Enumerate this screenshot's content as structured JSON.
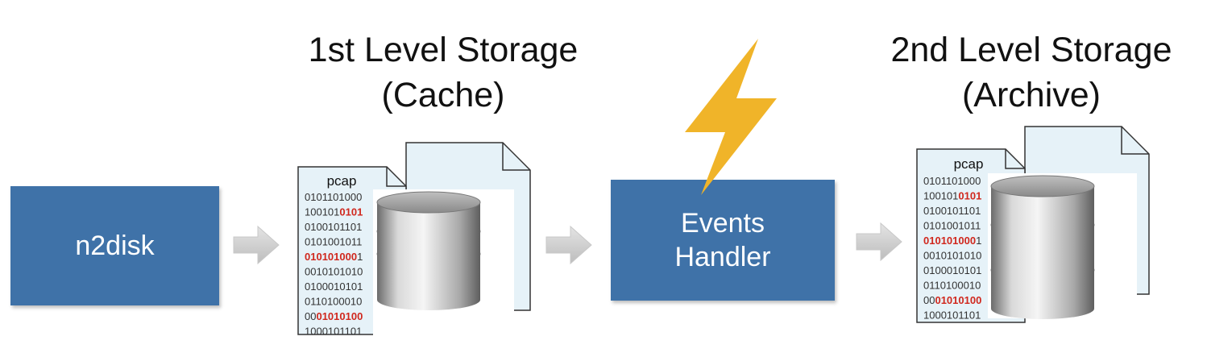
{
  "n2disk": {
    "label": "n2disk"
  },
  "events_handler": {
    "line1": "Events",
    "line2": "Handler"
  },
  "level1": {
    "title_line1": "1st Level Storage",
    "title_line2": "(Cache)",
    "file_label": "pcap",
    "binary_rows": [
      {
        "plain": "0101101000",
        "red": ""
      },
      {
        "plain": "100101",
        "red": "0101"
      },
      {
        "plain": "0100101101",
        "red": ""
      },
      {
        "plain": "0101001011",
        "red": ""
      },
      {
        "plain": "",
        "red": "010101000",
        "tail": "1"
      },
      {
        "plain": "0010101010",
        "red": ""
      },
      {
        "plain": "0100010101",
        "red": ""
      },
      {
        "plain": "0110100010",
        "red": ""
      },
      {
        "plain": "00",
        "red": "01010100"
      },
      {
        "plain": "1000101101",
        "red": ""
      }
    ]
  },
  "level2": {
    "title_line1": "2nd Level Storage",
    "title_line2": "(Archive)",
    "file_label": "pcap",
    "binary_rows": [
      {
        "plain": "0101101000",
        "red": ""
      },
      {
        "plain": "100101",
        "red": "0101"
      },
      {
        "plain": "0100101101",
        "red": ""
      },
      {
        "plain": "0101001011",
        "red": ""
      },
      {
        "plain": "",
        "red": "010101000",
        "tail": "1"
      },
      {
        "plain": "0010101010",
        "red": ""
      },
      {
        "plain": "0100010101",
        "red": ""
      },
      {
        "plain": "0110100010",
        "red": ""
      },
      {
        "plain": "00",
        "red": "01010100"
      },
      {
        "plain": "1000101101",
        "red": ""
      }
    ]
  },
  "colors": {
    "box": "#3f72a8",
    "lightning": "#f0b429",
    "binary_red": "#d0281e",
    "file_bg": "#e6f2f8"
  }
}
